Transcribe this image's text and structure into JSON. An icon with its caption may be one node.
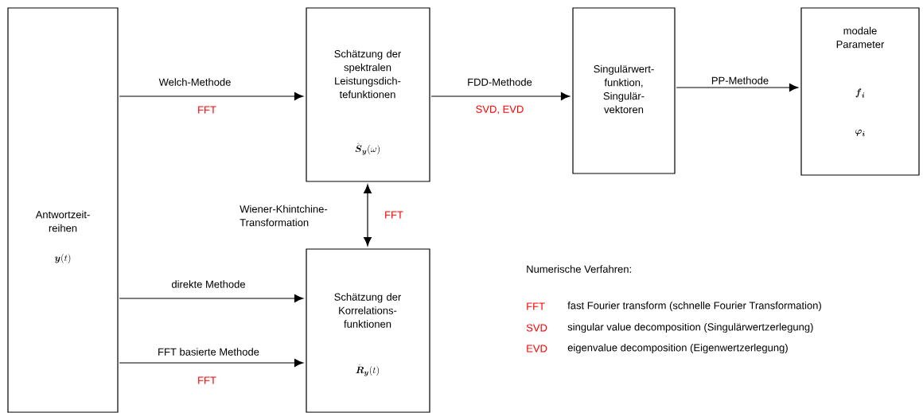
{
  "diagram": {
    "nodes": [
      {
        "text": [
          "Antwortzeit- reihen",
          "\\boldsymbol{y}(t)"
        ]
      },
      {
        "text": [
          "Schätzung der spektralen Leistungsdich- tefunktionen",
          "\\hat{\\boldsymbol{S}}_{\\boldsymbol{y}}(\\omega)"
        ]
      },
      {
        "text": [
          "Singulärwert- funktion, Singulär- vektoren"
        ]
      },
      {
        "text": [
          "modale Parameter",
          "\\boldsymbol{f}_{\\boldsymbol{i}}",
          "\\boldsymbol{\\varphi}_{\\boldsymbol{i}}"
        ]
      },
      {
        "text": [
          "Schätzung der Korrelations- funktionen",
          "\\hat{\\boldsymbol{R}}_{\\boldsymbol{y}}(t)"
        ]
      }
    ],
    "edges": [
      {
        "from": 0,
        "to": 1,
        "arrow": "to",
        "label": "Welch-Methode"
      },
      {
        "from": 1,
        "to": 2,
        "arrow": "to",
        "label": "FDD-Methode"
      },
      {
        "from": 2,
        "to": 3,
        "arrow": "to",
        "label": "PP-Methode"
      },
      {
        "from": 1,
        "to": 4,
        "arrow": "both",
        "label": "Wiener-Khintchine- Transformation"
      },
      {
        "from": 0,
        "to": 4,
        "arrow": "to",
        "label": "direkte Methode"
      },
      {
        "from": 0,
        "to": 4,
        "arrow": "to",
        "label": "FFT basierte Methode"
      }
    ],
    "labels": [
      "FFT",
      "SVD, EVD",
      "FFT",
      "Numerische Verfahren:",
      "FFT",
      "fast Fourier transform (schnelle Fourier Transformation)",
      "SVD",
      "singular value decomposition (Singulärwertzerlegung)",
      "EVD",
      "eigenvalue decomposition (Eigenwertzerlegung)",
      "FFT"
    ]
  }
}
